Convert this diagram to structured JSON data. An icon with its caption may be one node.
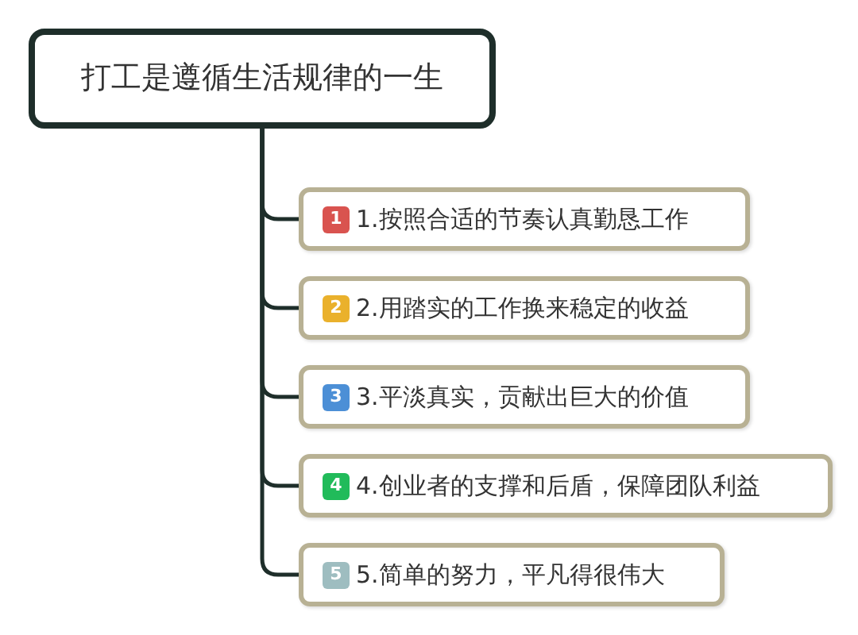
{
  "diagram": {
    "nodes": [
      {
        "text": [
          "打工是遵循生活规律的一生"
        ]
      },
      {
        "text": [
          "1",
          "1.按照合适的节奏认真勤恳工作"
        ]
      },
      {
        "text": [
          "2",
          "2.用踏实的工作换来稳定的收益"
        ]
      },
      {
        "text": [
          "3",
          "3.平淡真实，贡献出巨大的价值"
        ]
      },
      {
        "text": [
          "4",
          "4.创业者的支撑和后盾，保障团队利益"
        ]
      },
      {
        "text": [
          "5",
          "5.简单的努力，平凡得很伟大"
        ]
      }
    ],
    "edges": [
      {
        "from": 0,
        "to": 1,
        "arrow": "none"
      },
      {
        "from": 0,
        "to": 2,
        "arrow": "none"
      },
      {
        "from": 0,
        "to": 3,
        "arrow": "none"
      },
      {
        "from": 0,
        "to": 4,
        "arrow": "none"
      },
      {
        "from": 0,
        "to": 5,
        "arrow": "none"
      }
    ]
  }
}
